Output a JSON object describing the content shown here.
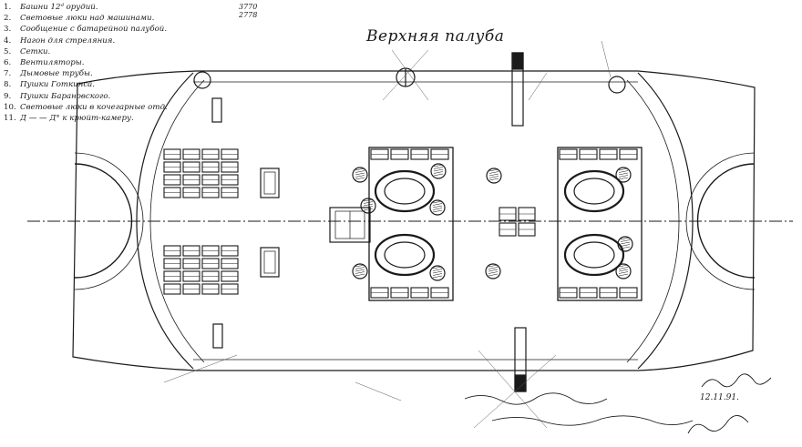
{
  "title": "Верхняя палуба",
  "legend": [
    {
      "num": "1.",
      "text": "Башни 12ᵈ орудий."
    },
    {
      "num": "2.",
      "text": "Световые люки над машинами."
    },
    {
      "num": "3.",
      "text": "Сообщение с батарейной палубой."
    },
    {
      "num": "4.",
      "text": "Нагон для стреляния."
    },
    {
      "num": "5.",
      "text": "Сетки."
    },
    {
      "num": "6.",
      "text": "Вентиляторы."
    },
    {
      "num": "7.",
      "text": "Дымовые трубы."
    },
    {
      "num": "8.",
      "text": "Пушки Готкинса."
    },
    {
      "num": "9.",
      "text": "Пушки Барановского."
    },
    {
      "num": "10.",
      "text": "Световые люки в кочегарные отд."
    },
    {
      "num": "11.",
      "text": "Д — — Д° к крюйт-камеру."
    }
  ],
  "codes": [
    "3770",
    "2778"
  ],
  "signature": {
    "date": "12.11.91."
  },
  "colors": {
    "ink": "#1a1a1a",
    "paper": "#ffffff"
  }
}
